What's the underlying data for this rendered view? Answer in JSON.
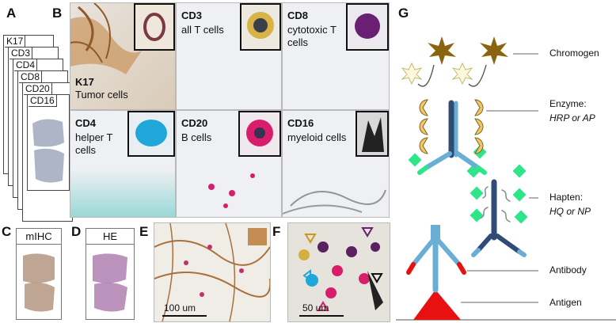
{
  "panels": {
    "A": "A",
    "B": "B",
    "C": "C",
    "D": "D",
    "E": "E",
    "F": "F",
    "G": "G"
  },
  "stack": [
    "K17",
    "CD3",
    "CD4",
    "CD8",
    "CD20",
    "CD16"
  ],
  "tiles": [
    {
      "marker": "K17",
      "desc": "Tumor cells"
    },
    {
      "marker": "CD3",
      "desc": "all T cells"
    },
    {
      "marker": "CD8",
      "desc": "cytotoxic T cells"
    },
    {
      "marker": "CD4",
      "desc": "helper T cells"
    },
    {
      "marker": "CD20",
      "desc": "B cells"
    },
    {
      "marker": "CD16",
      "desc": "myeloid cells"
    }
  ],
  "panel_c_label": "mIHC",
  "panel_d_label": "HE",
  "scalebars": {
    "E": "100 um",
    "F": "50 um"
  },
  "diagram": {
    "chromogen": "Chromogen",
    "enzyme": "Enzyme:",
    "enzyme_types": "HRP or AP",
    "hapten": "Hapten:",
    "hapten_types": "HQ or NP",
    "antibody": "Antibody",
    "antigen": "Antigen"
  },
  "colors": {
    "chromogen": "#8a6410",
    "enzyme": "#f0c766",
    "primary_ab": "#6aaed6",
    "secondary_ab": "#2f4d74",
    "hapten": "#2ee58a",
    "antigen": "#e81010"
  }
}
